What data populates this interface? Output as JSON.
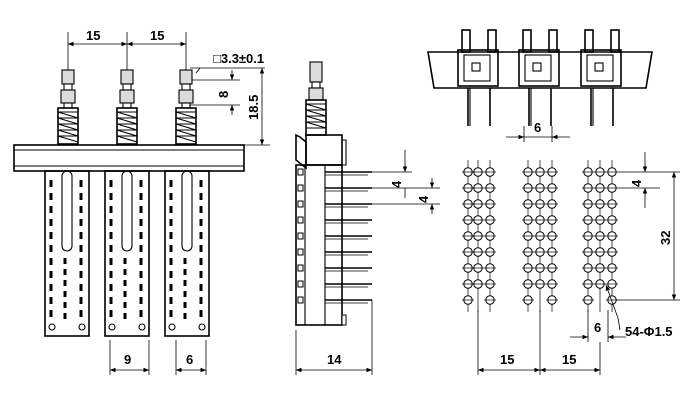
{
  "front_view": {
    "dim_pitch_1": "15",
    "dim_pitch_2": "15",
    "dim_shaft_square": "□3.3±0.1",
    "dim_travel": "8",
    "dim_shaft_height": "18.5",
    "dim_width_lower": "9",
    "dim_width_pin": "6"
  },
  "side_view": {
    "dim_depth": "14",
    "dim_pin_pitch_1": "4",
    "dim_pin_pitch_2": "4"
  },
  "top_view": {
    "dim_pin_spacing": "6"
  },
  "pcb_layout": {
    "dim_row_pitch": "4",
    "dim_total_height": "32",
    "dim_col_pitch_1": "15",
    "dim_col_pitch_2": "15",
    "dim_col_spacing": "6",
    "hole_note": "54-Φ1.5"
  }
}
